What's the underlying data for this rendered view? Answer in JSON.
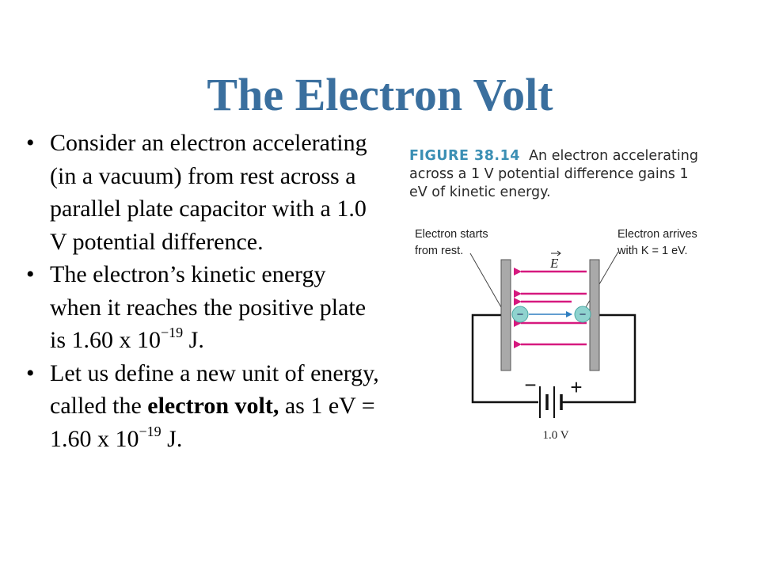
{
  "slide": {
    "title": "The Electron Volt"
  },
  "bullets": {
    "b1": {
      "text": "Consider an electron accelerating (in a vacuum) from rest across a parallel plate capacitor with a 1.0 V potential difference."
    },
    "b2": {
      "pre": "The electron’s kinetic energy when it reaches the positive plate is 1.60 x 10",
      "exp": "−19",
      "post": " J."
    },
    "b3": {
      "pre": "Let us define a new unit of energy, called the ",
      "bold": "electron volt,",
      "mid": " as 1 eV = 1.60 x 10",
      "exp": "−19",
      "post": " J."
    },
    "bullet_glyph": "•"
  },
  "figure": {
    "number": "FIGURE 38.14",
    "caption": "An electron accelerating across a 1 V potential difference gains 1 eV of kinetic energy.",
    "label_start_1": "Electron starts",
    "label_start_2": "from rest.",
    "label_arrive_1": "Electron arrives",
    "label_arrive_2": "with K = 1 eV.",
    "field_label": "E",
    "minus_sign": "−",
    "plus_sign": "+",
    "electron_sign": "−",
    "battery_label": "1.0 V",
    "colors": {
      "field_arrow": "#d6197f",
      "electron": "#8fd3cf",
      "plate": "#a9a9a9",
      "velocity": "#2f7fc1",
      "title": "#3a6f9e"
    }
  }
}
